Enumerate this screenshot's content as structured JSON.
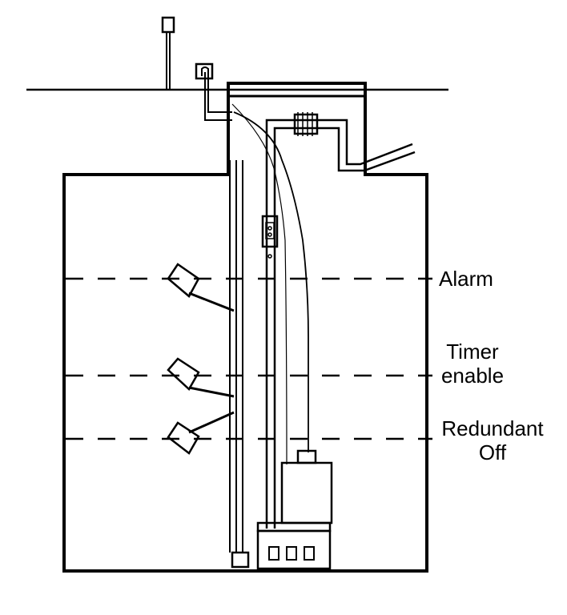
{
  "diagram": {
    "labels": {
      "alarm": "Alarm",
      "timer_line1": "Timer",
      "timer_line2": "enable",
      "redundant_line1": "Redundant",
      "redundant_line2": "Off"
    },
    "colors": {
      "stroke": "#000000",
      "background": "#ffffff"
    }
  }
}
